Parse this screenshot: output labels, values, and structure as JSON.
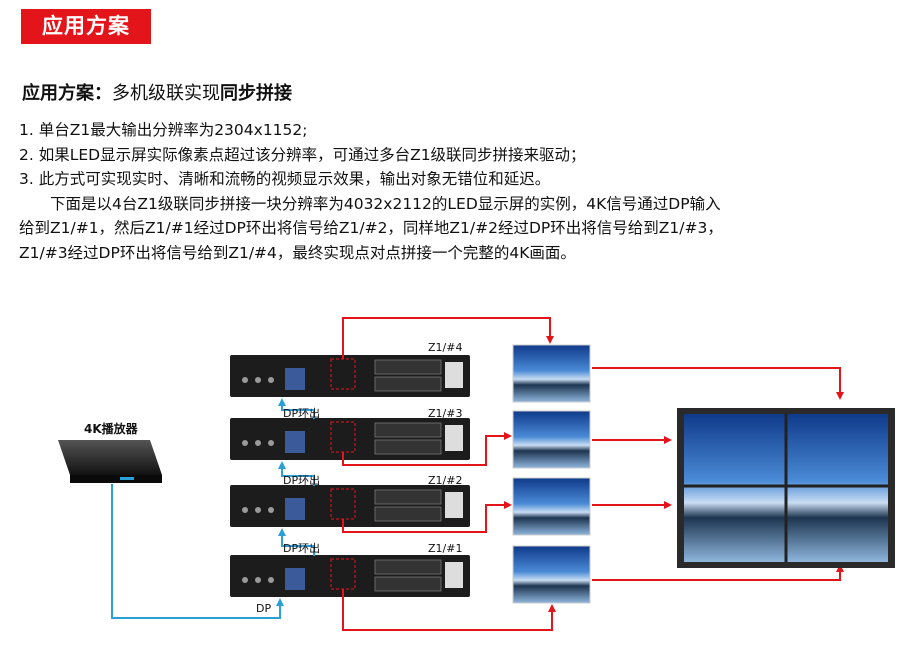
{
  "header": {
    "badge": "应用方案"
  },
  "subtitle": {
    "prefix": "应用方案：",
    "middle": "多机级联实现",
    "bold": "同步拼接"
  },
  "body": {
    "line1": "1. 单台Z1最大输出分辨率为2304x1152;",
    "line2": "2. 如果LED显示屏实际像素点超过该分辨率，可通过多台Z1级联同步拼接来驱动；",
    "line3": "3. 此方式可实现实时、清晰和流畅的视频显示效果，输出对象无错位和延迟。",
    "line4": "下面是以4台Z1级联同步拼接一块分辨率为4032x2112的LED显示屏的实例，4K信号通过DP输入",
    "line5": "给到Z1/#1，然后Z1/#1经过DP环出将信号给Z1/#2，同样地Z1/#2经过DP环出将信号给到Z1/#3，",
    "line6": "Z1/#3经过DP环出将信号给到Z1/#4，最终实现点对点拼接一个完整的4K画面。"
  },
  "diagram": {
    "player_label": "4K播放器",
    "device_labels": [
      "Z1/#4",
      "Z1/#3",
      "Z1/#2",
      "Z1/#1"
    ],
    "loop_labels": [
      "DP环出",
      "DP环出",
      "DP环出"
    ],
    "dp_input_label": "DP",
    "colors": {
      "signal_line": "#e4141b",
      "dp_line": "#2a9fd8",
      "device_body": "#1c1c1c"
    },
    "icons": [
      "player-device",
      "video-processor",
      "screen-tile",
      "led-wall"
    ]
  }
}
